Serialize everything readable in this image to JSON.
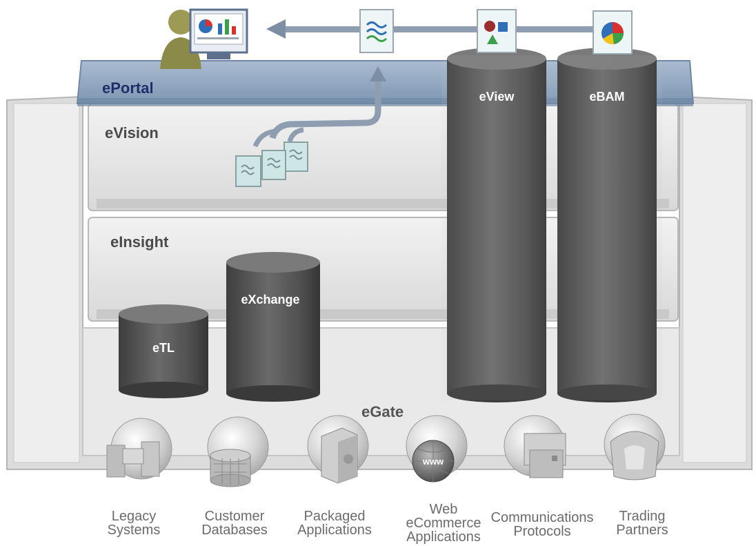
{
  "layers": {
    "eportal": "ePortal",
    "evision": "eVision",
    "einsight": "eInsight",
    "egate": "eGate"
  },
  "cylinders": {
    "etl": "eTL",
    "exchange": "eXchange",
    "eview": "eView",
    "ebam": "eBAM"
  },
  "sources": [
    {
      "line1": "Legacy",
      "line2": "Systems",
      "line3": ""
    },
    {
      "line1": "Customer",
      "line2": "Databases",
      "line3": ""
    },
    {
      "line1": "Packaged",
      "line2": "Applications",
      "line3": ""
    },
    {
      "line1": "Web",
      "line2": "eCommerce",
      "line3": "Applications"
    },
    {
      "line1": "Communications",
      "line2": "Protocols",
      "line3": ""
    },
    {
      "line1": "Trading",
      "line2": "Partners",
      "line3": ""
    }
  ],
  "icons": {
    "user": "user-icon",
    "monitor": "monitor-chart-icon",
    "wave_doc": "wave-document-icon",
    "shapes_doc": "shapes-document-icon",
    "pie_doc": "pie-chart-document-icon",
    "www_globe": "www"
  },
  "colors": {
    "portal_band": "#8fa6c0",
    "cylinder": "#5c5c5c",
    "panel": "#e4e4e4",
    "arrow": "#8e9db0",
    "user": "#9c9a55"
  }
}
